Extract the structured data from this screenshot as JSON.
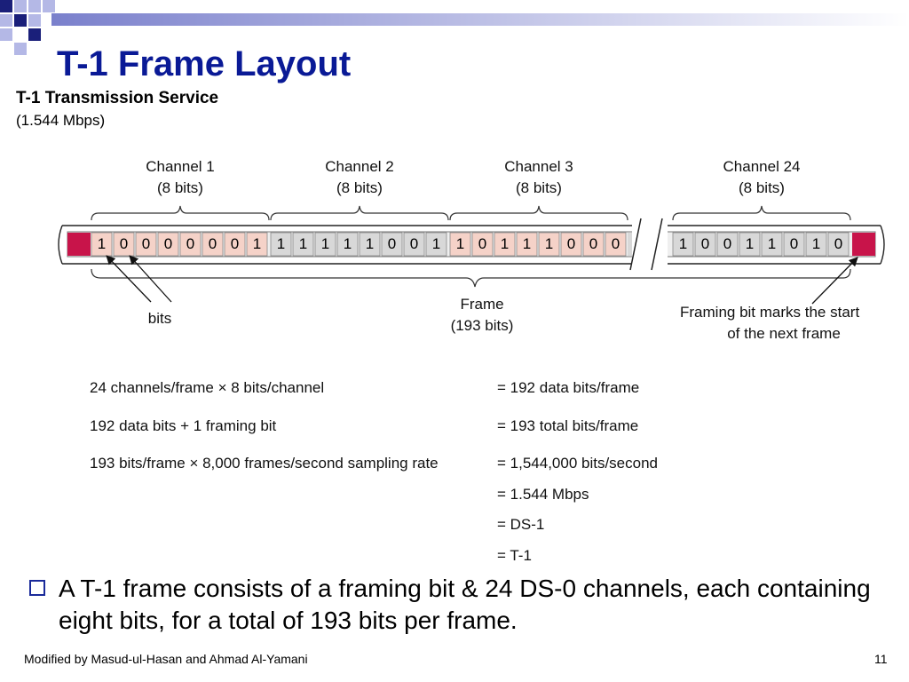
{
  "slide": {
    "title": "T-1 Frame Layout",
    "figure_title": "T-1 Transmission Service",
    "figure_rate": "(1.544 Mbps)",
    "channels": [
      {
        "name": "Channel 1",
        "bits_label": "(8 bits)"
      },
      {
        "name": "Channel 2",
        "bits_label": "(8 bits)"
      },
      {
        "name": "Channel 3",
        "bits_label": "(8 bits)"
      },
      {
        "name": "Channel 24",
        "bits_label": "(8 bits)"
      }
    ],
    "bits_group1": [
      "1",
      "0",
      "0",
      "0",
      "0",
      "0",
      "0",
      "1"
    ],
    "bits_group2": [
      "1",
      "1",
      "1",
      "1",
      "1",
      "0",
      "0",
      "1"
    ],
    "bits_group3": [
      "1",
      "0",
      "1",
      "1",
      "1",
      "0",
      "0",
      "0"
    ],
    "bits_group24": [
      "1",
      "0",
      "0",
      "1",
      "1",
      "0",
      "1",
      "0"
    ],
    "label_bits": "bits",
    "label_frame": "Frame",
    "label_frame_bits": "(193 bits)",
    "label_framing_1": "Framing bit marks the start",
    "label_framing_2": "of the next frame",
    "equations": [
      {
        "left": "24 channels/frame × 8 bits/channel",
        "right": "=  192 data bits/frame"
      },
      {
        "left": "192 data bits + 1 framing bit",
        "right": "=  193 total bits/frame"
      },
      {
        "left": "193 bits/frame × 8,000 frames/second sampling rate",
        "right": "=  1,544,000 bits/second"
      },
      {
        "left": "",
        "right": "=  1.544 Mbps"
      },
      {
        "left": "",
        "right": "=  DS-1"
      },
      {
        "left": "",
        "right": "=  T-1"
      }
    ],
    "bullet": "A T-1 frame consists of a framing bit & 24 DS-0 channels, each containing eight bits, for a total of 193 bits per frame.",
    "footer": "Modified by Masud-ul-Hasan and Ahmad Al-Yamani",
    "page_number": "11"
  },
  "colors": {
    "title": "#0a1a96",
    "framing_bit": "#c8144a",
    "channel_pink": "#f5d2c8",
    "channel_gray": "#d8d8d8",
    "deco_navy": "#1a1f7a",
    "deco_lavender": "#b4b8e6"
  }
}
